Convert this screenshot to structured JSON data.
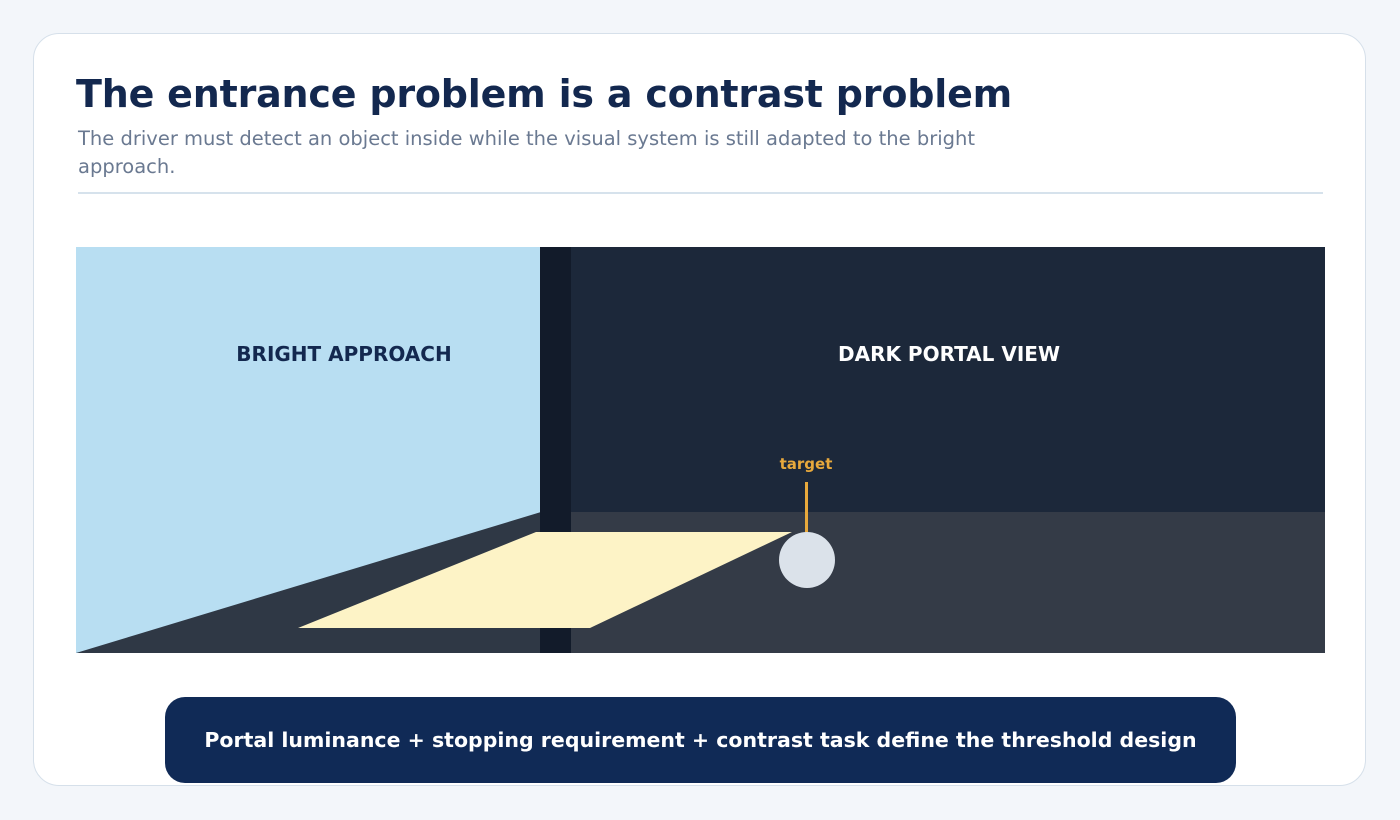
{
  "header": {
    "title": "The entrance problem is a contrast problem",
    "subtitle": "The driver must detect an object inside while the visual system is still adapted to the bright approach."
  },
  "diagram": {
    "left_zone_label": "BRIGHT APPROACH",
    "right_zone_label": "DARK PORTAL VIEW",
    "target_label": "target",
    "colors": {
      "bright_sky": "#b8def2",
      "dark_portal": "#1c283a",
      "portal_frame": "#121b2a",
      "road_dark": "#343b47",
      "sunlit_patch": "#fdf3c6",
      "target_object": "#dbe2ea",
      "target_marker": "#e8a93c",
      "bright_label": "#13284f",
      "dark_label": "#ffffff"
    }
  },
  "footer": {
    "summary": "Portal luminance + stopping requirement + contrast task define the threshold design"
  }
}
